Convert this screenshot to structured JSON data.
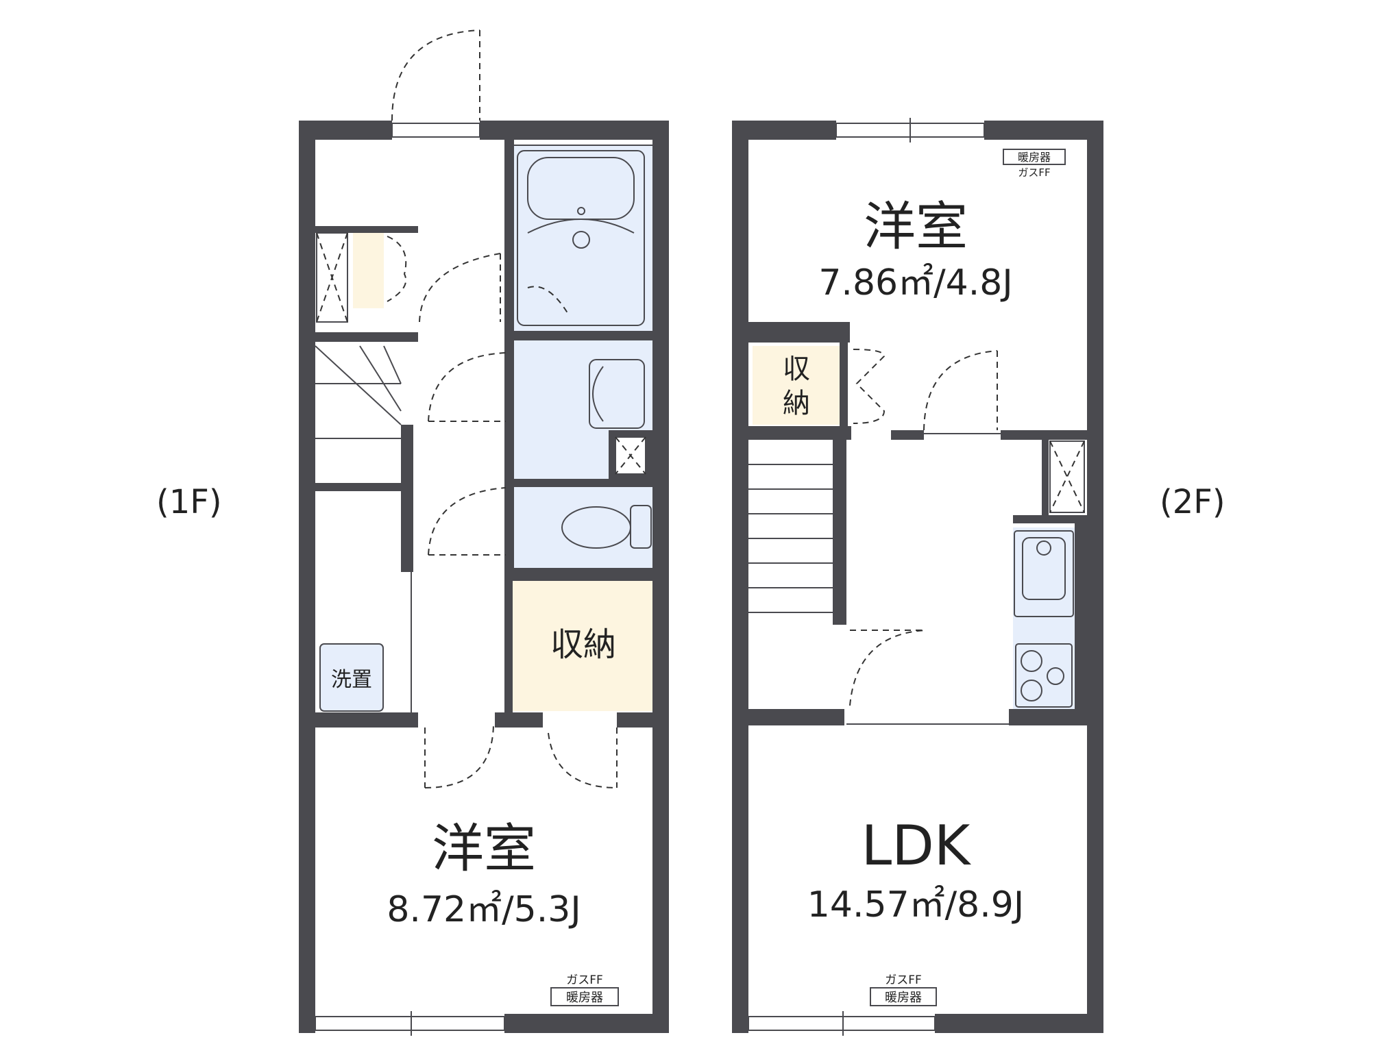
{
  "floors": {
    "first_label": "(1F)",
    "second_label": "(2F)"
  },
  "rooms_1f": {
    "bedroom_name": "洋室",
    "bedroom_area": "8.72㎡/5.3J",
    "storage": "収納",
    "washer": "洗置",
    "heater_top": "ガスFF",
    "heater_box": "暖房器"
  },
  "rooms_2f": {
    "bedroom_name": "洋室",
    "bedroom_area": "7.86㎡/4.8J",
    "storage_line1": "収",
    "storage_line2": "納",
    "heater_box_top": "暖房器",
    "heater_label_top": "ガスFF",
    "ldk_name": "LDK",
    "ldk_area": "14.57㎡/8.9J",
    "heater_top": "ガスFF",
    "heater_box": "暖房器"
  },
  "colors": {
    "wall": "#4a4a4f",
    "wet_area": "#e6eefb",
    "storage": "#fdf5e0"
  }
}
